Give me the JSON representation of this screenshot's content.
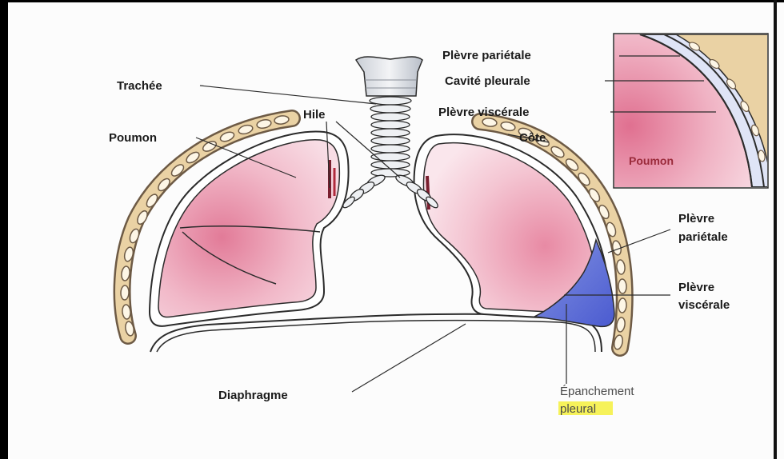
{
  "labels": {
    "trachee": "Trachée",
    "hile": "Hile",
    "poumon": "Poumon",
    "cote": "Côte",
    "diaphragme": "Diaphragme",
    "inset_plevre_parietale": "Plèvre pariétale",
    "inset_cavite_pleurale": "Cavité pleurale",
    "inset_plevre_viscerale": "Plèvre viscérale",
    "inset_poumon": "Poumon",
    "right_plevre": "Plèvre",
    "right_parietale": "pariétale",
    "right_plevre2": "Plèvre",
    "right_viscerale": "viscérale",
    "epanchement": "Épanchement",
    "pleural": "pleural"
  },
  "colors": {
    "lung_pink": "#f3c3d0",
    "lung_deep": "#e07a96",
    "effusion_blue": "#5a6bd6",
    "pleural_blue": "#b9c5ee",
    "rib_tan": "#e9c896",
    "highlight": "#f6f25a"
  }
}
